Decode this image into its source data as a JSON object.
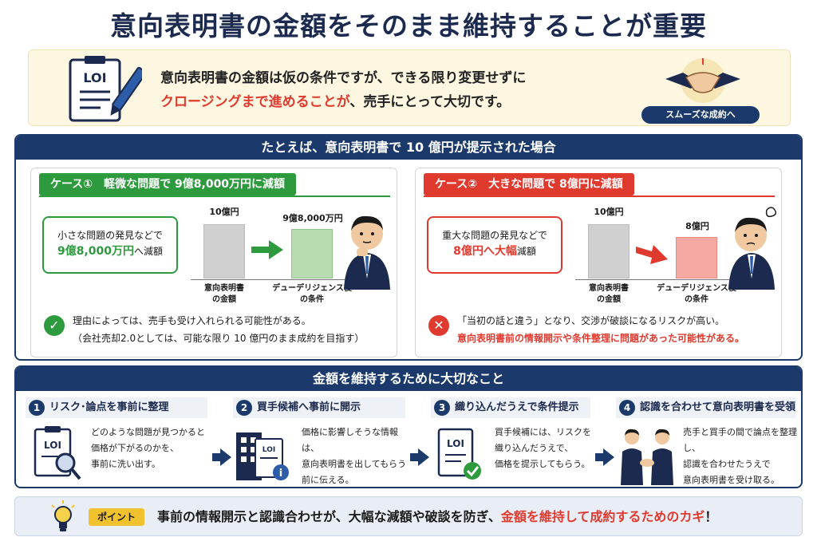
{
  "title": "意向表明書の金額をそのまま維持することが重要",
  "intro": {
    "logo_text": "LOI",
    "line1": "意向表明書の金額は仮の条件ですが、できる限り変更せずに",
    "line2_red": "クロージングまで進めることが",
    "line2_rest": "、売手にとって大切です。",
    "pill": "スムーズな成約へ"
  },
  "example": {
    "header": "たとえば、意向表明書で 10 億円が提示された場合",
    "case1": {
      "tag": "ケース①　軽微な問題で 9億8,000万円に減額",
      "callout_l1": "小さな問題の発見などで",
      "callout_l2_em": "9億8,000万円",
      "callout_l2_rest": "へ減額",
      "before_value": "10億円",
      "after_value": "9億8,000万円",
      "before_label_l1": "意向表明書",
      "before_label_l2": "の金額",
      "after_label_l1": "デューデリジェンス後",
      "after_label_l2": "の条件",
      "note_l1": "理由によっては、売手も受け入れられる可能性がある。",
      "note_l2": "（会社売却2.0としては、可能な限り 10 億円のまま成約を目指す）",
      "color": "#2e9a3e"
    },
    "case2": {
      "tag": "ケース②　大きな問題で 8億円に減額",
      "callout_l1": "重大な問題の発見などで",
      "callout_l2_em": "8億円へ大幅",
      "callout_l2_rest": "減額",
      "before_value": "10億円",
      "after_value": "8億円",
      "before_label_l1": "意向表明書",
      "before_label_l2": "の金額",
      "after_label_l1": "デューデリジェンス後",
      "after_label_l2": "の条件",
      "note_l1": "「当初の話と違う」となり、交渉が破談になるリスクが高い。",
      "note_l2": "意向表明書前の情報開示や条件整理に問題があった可能性がある。",
      "color": "#e03a2f"
    }
  },
  "steps": {
    "header": "金額を維持するために大切なこと",
    "items": [
      {
        "num": "1",
        "title": "リスク･論点を事前に整理",
        "l1": "どのような問題が見つかると",
        "l2": "価格が下がるのかを、",
        "l3": "事前に洗い出す。"
      },
      {
        "num": "2",
        "title": "買手候補へ事前に開示",
        "l1": "価格に影響しそうな情報は、",
        "l2": "意向表明書を出してもらう",
        "l3": "前に伝える。"
      },
      {
        "num": "3",
        "title": "織り込んだうえで条件提示",
        "l1": "買手候補には、リスクを",
        "l2": "織り込んだうえで、",
        "l3": "価格を提示してもらう。"
      },
      {
        "num": "4",
        "title": "認識を合わせて意向表明書を受領",
        "l1": "売手と買手の間で論点を整理し、",
        "l2": "認識を合わせたうえで",
        "l3": "意向表明書を受け取る。"
      }
    ]
  },
  "point": {
    "badge": "ポイント",
    "text_a": "事前の情報開示と認識合わせが、大幅な減額や破談を防ぎ、",
    "text_red": "金額を維持して成約するためのカギ",
    "text_b": "！"
  },
  "colors": {
    "navy": "#1b3a6b",
    "green": "#2e9a3e",
    "red": "#e03a2f",
    "gray_bar": "#d0d0d0",
    "green_bar": "#b8dcb0",
    "red_bar": "#f4a9a2"
  }
}
